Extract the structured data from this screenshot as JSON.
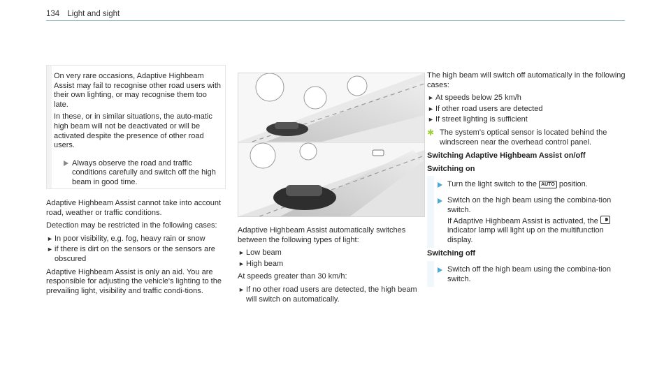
{
  "header": {
    "page_number": "134",
    "section_title": "Light and sight"
  },
  "warning_box": {
    "para1": "On very rare occasions, Adaptive Highbeam Assist may fail to recognise other road users with their own lighting, or may recognise them too late.",
    "para2": "In these, or in similar situations, the automatic high beam will not be deactivated or will be activated despite the presence of other road users.",
    "para2_display": "In these, or in similar situations, the auto-matic high beam will not be deactivated or will be activated despite the presence of other road users.",
    "action": "Always observe the road and traffic conditions carefully and switch off the high beam in good time."
  },
  "left_column": {
    "p1": "Adaptive Highbeam Assist cannot take into account road, weather or traffic conditions.",
    "p2": "Detection may be restricted in the following cases:",
    "bullets": [
      "In poor visibility, e.g. fog, heavy rain or snow",
      "if there is dirt on the sensors or the sensors are obscured"
    ],
    "p3": "Adaptive Highbeam Assist is only an aid. You are responsible for adjusting the vehicle's lighting to the prevailing light, visibility and traffic condi-tions."
  },
  "middle_column": {
    "p1": "Adaptive Highbeam Assist automatically switches between the following types of light:",
    "light_types": [
      "Low beam",
      "High beam"
    ],
    "p2": "At speeds greater than 30 km/h:",
    "bullets": [
      "If no other road users are detected, the high beam will switch on automatically."
    ]
  },
  "right_column": {
    "p1": "The high beam will switch off automatically in the following cases:",
    "bullets": [
      "At speeds below 25 km/h",
      "If other road users are detected",
      "If street lighting is sufficient"
    ],
    "note": "The system's optical sensor is located behind the windscreen near the overhead control panel.",
    "heading": "Switching Adaptive Highbeam Assist on/off",
    "on_title": "Switching on",
    "on_step1_pre": "Turn the light switch to the",
    "auto_icon_label": "AUTO",
    "on_step1_post": "position.",
    "on_step2_a": "Switch on the high beam using the combina-tion switch.",
    "on_step2_b_pre": "If Adaptive Highbeam Assist is activated, the",
    "on_step2_b_post": "indicator lamp will light up on the multifunction display.",
    "off_title": "Switching off",
    "off_step": "Switch off the high beam using the combina-tion switch."
  },
  "icons": {
    "action_arrow": "triangle-arrow-icon",
    "note": "info-note-icon",
    "indicator": "highbeam-assist-indicator-icon"
  },
  "colors": {
    "rule": "#8fbfca",
    "action_arrow": "#4aa7d6",
    "note_icon": "#9ccf3b"
  }
}
